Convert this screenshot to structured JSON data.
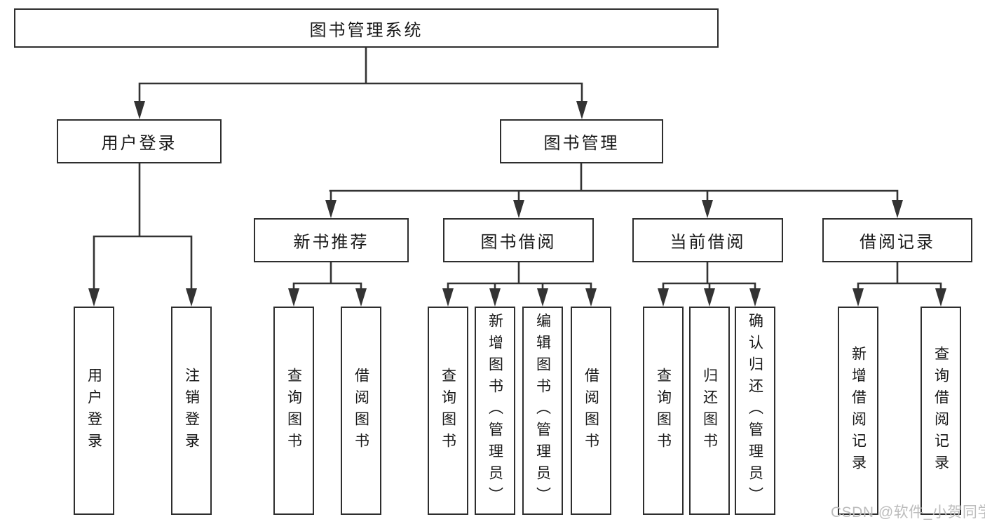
{
  "diagram": {
    "title": "图书管理系统",
    "branches": [
      {
        "label": "用户登录",
        "children": [
          {
            "label": "用户登录"
          },
          {
            "label": "注销登录"
          }
        ]
      },
      {
        "label": "图书管理",
        "children": [
          {
            "label": "新书推荐",
            "children": [
              {
                "label": "查询图书"
              },
              {
                "label": "借阅图书"
              }
            ]
          },
          {
            "label": "图书借阅",
            "children": [
              {
                "label": "查询图书"
              },
              {
                "label": "新增图书（管理员）"
              },
              {
                "label": "编辑图书（管理员）"
              },
              {
                "label": "借阅图书"
              }
            ]
          },
          {
            "label": "当前借阅",
            "children": [
              {
                "label": "查询图书"
              },
              {
                "label": "归还图书"
              },
              {
                "label": "确认归还（管理员）"
              }
            ]
          },
          {
            "label": "借阅记录",
            "children": [
              {
                "label": "新增借阅记录"
              },
              {
                "label": "查询借阅记录"
              }
            ]
          }
        ]
      }
    ]
  },
  "watermark": {
    "text": "CSDN @软件_小贺同学"
  },
  "colors": {
    "line": "#333333",
    "box_border": "#2e2e2e",
    "text": "#181818",
    "watermark": "#bcbcbc",
    "background": "#ffffff"
  }
}
